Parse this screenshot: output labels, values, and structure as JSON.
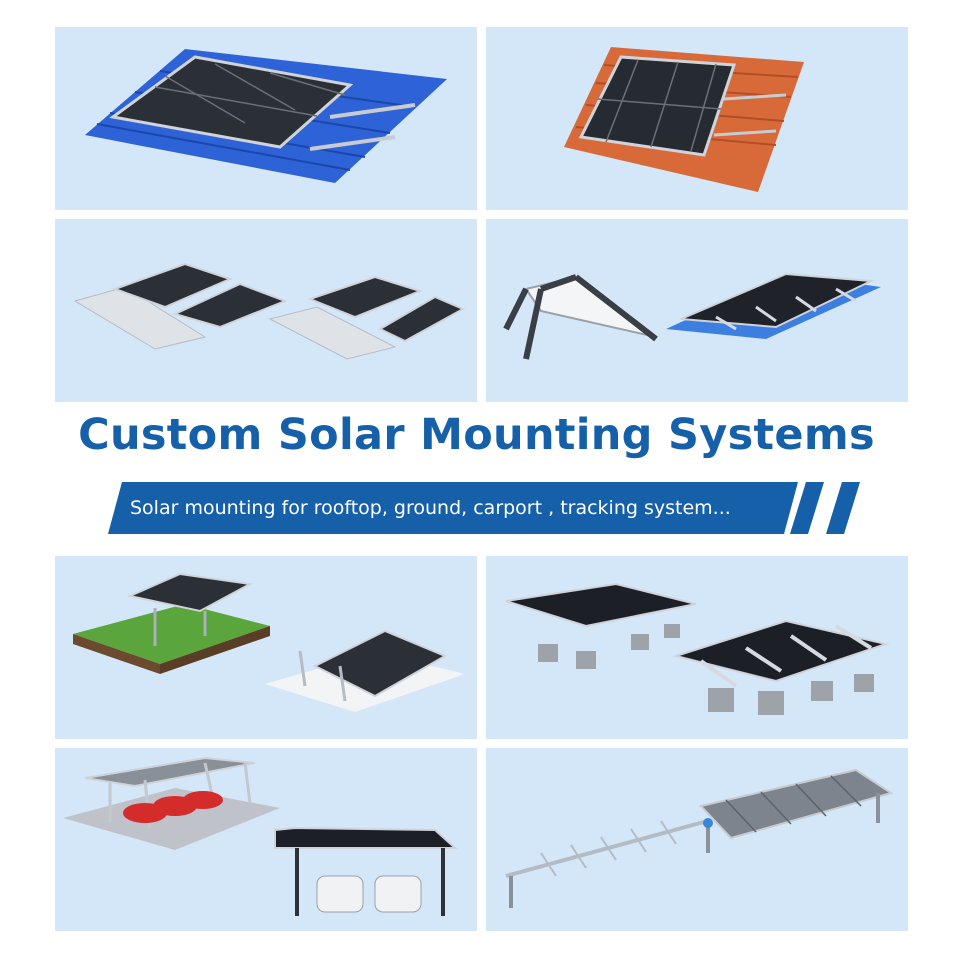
{
  "headline": "Custom Solar Mounting Systems",
  "banner_text": "Solar mounting for  rooftop, ground,  carport , tracking system...",
  "colors": {
    "brand_blue": "#1560a8",
    "tile_background": "#d4e7f9",
    "page_background": "#ffffff"
  },
  "images": [
    {
      "name": "metal-roof-mounting-image"
    },
    {
      "name": "tile-roof-mounting-image"
    },
    {
      "name": "flat-roof-ballast-mounting-image"
    },
    {
      "name": "tilt-frame-mounting-image"
    },
    {
      "name": "ground-pile-mounting-image"
    },
    {
      "name": "concrete-block-ground-mounting-image"
    },
    {
      "name": "solar-carport-mounting-image"
    },
    {
      "name": "solar-tracking-system-image"
    }
  ]
}
